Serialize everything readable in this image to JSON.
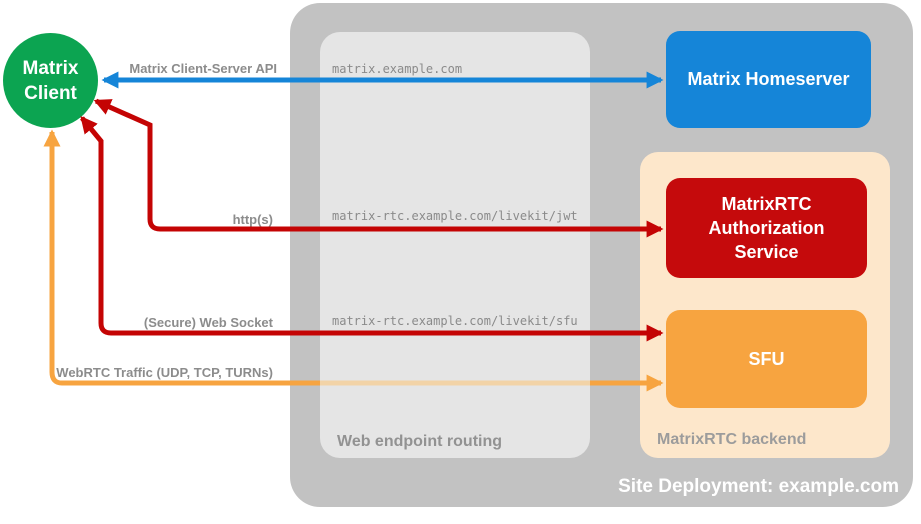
{
  "diagram": {
    "client": {
      "lines": [
        "Matrix",
        "Client"
      ]
    },
    "homeserver": {
      "label": "Matrix Homeserver"
    },
    "auth_service": {
      "label": "MatrixRTC Authorization Service"
    },
    "sfu": {
      "label": "SFU"
    },
    "containers": {
      "site_deployment": "Site Deployment: example.com",
      "web_routing": "Web endpoint routing",
      "rtc_backend": "MatrixRTC backend"
    },
    "endpoints": {
      "homeserver_domain": "matrix.example.com",
      "jwt_path": "matrix-rtc.example.com/livekit/jwt",
      "sfu_path": "matrix-rtc.example.com/livekit/sfu"
    },
    "arrows": {
      "client_server_api": "Matrix Client-Server API",
      "https": "http(s)",
      "websocket": "(Secure) Web Socket",
      "webrtc": "WebRTC Traffic (UDP, TCP, TURNs)"
    },
    "colors": {
      "client_green": "#0ca451",
      "homeserver_blue": "#1585d8",
      "auth_red": "#c50a0c",
      "arrow_red": "#c40404",
      "sfu_orange": "#f7a440",
      "backend_peach": "#fde7cb",
      "outer_gray": "#c2c2c2",
      "inner_gray": "#e5e5e5",
      "label_gray": "#8c8c8c",
      "faded_orange": "#f2d3a7"
    }
  }
}
